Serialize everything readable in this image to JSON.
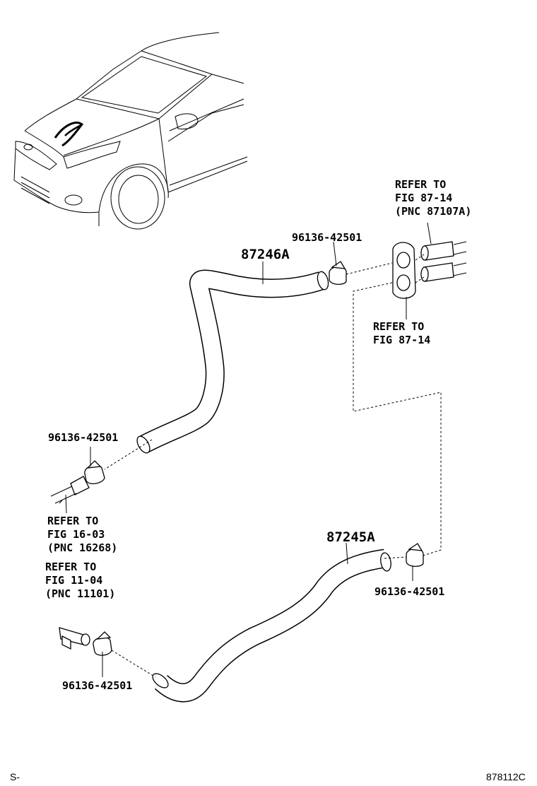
{
  "parts": {
    "hose_upper": "87246A",
    "hose_lower": "87245A",
    "clamp_top": "96136-42501",
    "clamp_left": "96136-42501",
    "clamp_right": "96136-42501",
    "clamp_bottom": "96136-42501"
  },
  "refs": {
    "top_right": [
      "REFER TO",
      "FIG 87-14",
      "(PNC 87107A)"
    ],
    "middle_right": [
      "REFER TO",
      "FIG 87-14"
    ],
    "left_middle": [
      "REFER TO",
      "FIG 16-03",
      "(PNC 16268)"
    ],
    "left_lower": [
      "REFER TO",
      "FIG 11-04",
      "(PNC 11101)"
    ]
  },
  "footer": {
    "left": "S-",
    "right": "878112C"
  }
}
